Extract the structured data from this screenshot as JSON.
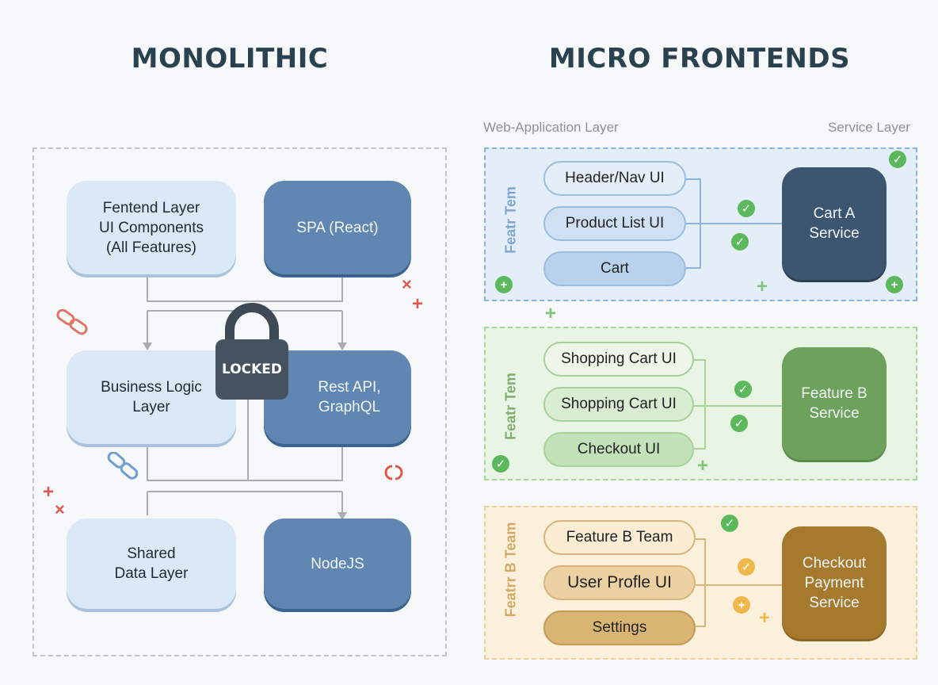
{
  "left": {
    "heading": "MONOLITHIC",
    "boxes": [
      {
        "label": "Fentend Layer\nUI Components\n(All Features)"
      },
      {
        "label": "SPA (React)"
      },
      {
        "label": "Business Logic\nLayer"
      },
      {
        "label": "Rest API,\nGraphQL"
      },
      {
        "label": "Shared\nData Layer"
      },
      {
        "label": "NodeJS"
      }
    ],
    "lock_label": "LOCKED"
  },
  "right": {
    "heading": "MICRO FRONTENDS",
    "web_layer_label": "Web-Application Layer",
    "service_layer_label": "Service Layer",
    "groups": [
      {
        "team_label": "Featr Tem",
        "items": [
          "Header/Nav UI",
          "Product List UI",
          "Cart"
        ],
        "service": "Cart A\nService",
        "colors": {
          "bg": "#e3eef9",
          "border": "#8ab4dd",
          "pill": "#d2e3f5",
          "pill_border": "#9bbde0",
          "service": "#3c5670",
          "team": "#7fa6cf"
        }
      },
      {
        "team_label": "Featr Tem",
        "items": [
          "Shopping Cart UI",
          "Shopping Cart UI",
          "Checkout UI"
        ],
        "service": "Feature B\nService",
        "colors": {
          "bg": "#e8f4e4",
          "border": "#a8d49a",
          "pill": "#d9edd3",
          "pill_border": "#a9d09c",
          "service": "#6da25c",
          "team": "#7fae70"
        }
      },
      {
        "team_label": "Featrr B Team",
        "items": [
          "Feature B Team",
          "User Profle UI",
          "Settings"
        ],
        "service": "Checkout\nPayment\nService",
        "colors": {
          "bg": "#fbf0dc",
          "border": "#ecd09b",
          "pill": "#f3dfb8",
          "pill_border": "#d6b47a",
          "service": "#a57a2d",
          "team": "#d4a963"
        }
      }
    ]
  },
  "icons": {
    "check": "check-circle-icon",
    "plus": "plus-icon",
    "cross": "x-icon",
    "link": "chain-link-icon",
    "lock": "padlock-icon"
  },
  "colors": {
    "heading": "#2a4250",
    "check_green": "#5cb85c",
    "check_orange": "#f0b74a",
    "red": "#e05a4f"
  }
}
